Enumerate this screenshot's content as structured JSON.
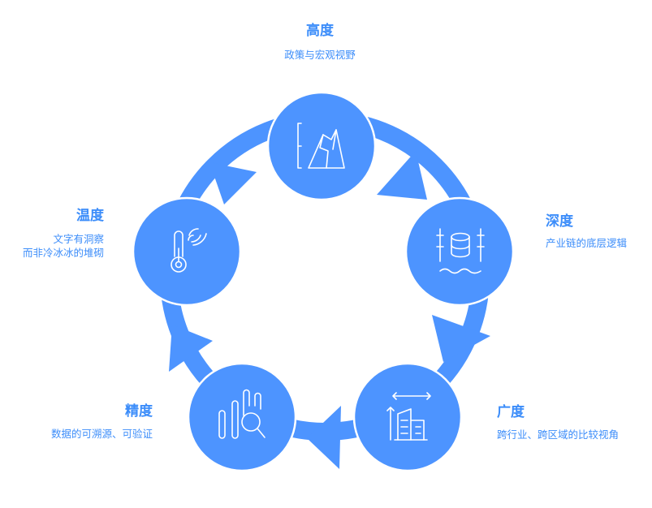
{
  "nodes": [
    {
      "id": "height",
      "title": "高度",
      "desc": [
        "政策与宏观视野"
      ],
      "icon": "mountain-icon"
    },
    {
      "id": "depth",
      "title": "深度",
      "desc": [
        "产业链的底层逻辑"
      ],
      "icon": "database-icon"
    },
    {
      "id": "breadth",
      "title": "广度",
      "desc": [
        "跨行业、跨区域的比较视角"
      ],
      "icon": "buildings-icon"
    },
    {
      "id": "precision",
      "title": "精度",
      "desc": [
        "数据的可溯源、可验证"
      ],
      "icon": "search-chart-icon"
    },
    {
      "id": "warmth",
      "title": "温度",
      "desc": [
        "文字有洞察",
        "而非冷冰冰的堆砌"
      ],
      "icon": "thermometer-icon"
    }
  ],
  "colors": {
    "accent": "#4d94ff",
    "text": "#3c8dfa",
    "background": "#ffffff"
  }
}
